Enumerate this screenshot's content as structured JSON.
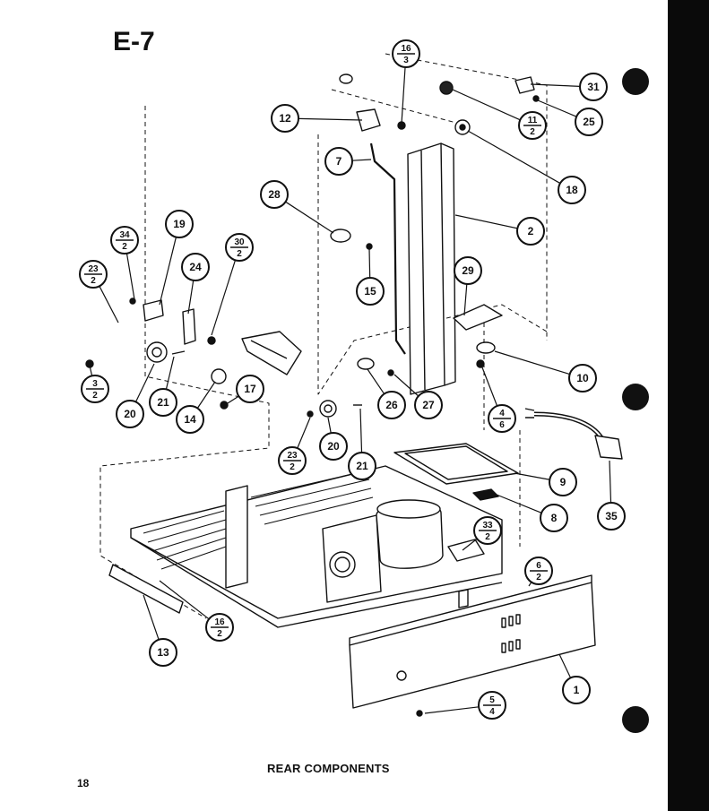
{
  "page_id": "E-7",
  "caption": "REAR COMPONENTS",
  "page_number": "18",
  "callouts": [
    {
      "id": "c-16-3",
      "top": "16",
      "bottom": "3"
    },
    {
      "id": "c-31",
      "label": "31"
    },
    {
      "id": "c-12",
      "label": "12"
    },
    {
      "id": "c-11-2",
      "top": "11",
      "bottom": "2"
    },
    {
      "id": "c-25",
      "label": "25"
    },
    {
      "id": "c-7",
      "label": "7"
    },
    {
      "id": "c-18",
      "label": "18"
    },
    {
      "id": "c-28",
      "label": "28"
    },
    {
      "id": "c-2",
      "label": "2"
    },
    {
      "id": "c-19",
      "label": "19"
    },
    {
      "id": "c-34-2",
      "top": "34",
      "bottom": "2"
    },
    {
      "id": "c-30-2",
      "top": "30",
      "bottom": "2"
    },
    {
      "id": "c-23-2a",
      "top": "23",
      "bottom": "2"
    },
    {
      "id": "c-24",
      "label": "24"
    },
    {
      "id": "c-29",
      "label": "29"
    },
    {
      "id": "c-15",
      "label": "15"
    },
    {
      "id": "c-10",
      "label": "10"
    },
    {
      "id": "c-3-2",
      "top": "3",
      "bottom": "2"
    },
    {
      "id": "c-17",
      "label": "17"
    },
    {
      "id": "c-20a",
      "label": "20"
    },
    {
      "id": "c-21a",
      "label": "21"
    },
    {
      "id": "c-14",
      "label": "14"
    },
    {
      "id": "c-26",
      "label": "26"
    },
    {
      "id": "c-27",
      "label": "27"
    },
    {
      "id": "c-4-6",
      "top": "4",
      "bottom": "6"
    },
    {
      "id": "c-23-2b",
      "top": "23",
      "bottom": "2"
    },
    {
      "id": "c-20b",
      "label": "20"
    },
    {
      "id": "c-21b",
      "label": "21"
    },
    {
      "id": "c-9",
      "label": "9"
    },
    {
      "id": "c-8",
      "label": "8"
    },
    {
      "id": "c-35",
      "label": "35"
    },
    {
      "id": "c-33-2",
      "top": "33",
      "bottom": "2"
    },
    {
      "id": "c-6-2",
      "top": "6",
      "bottom": "2"
    },
    {
      "id": "c-16-2",
      "top": "16",
      "bottom": "2"
    },
    {
      "id": "c-13",
      "label": "13"
    },
    {
      "id": "c-1",
      "label": "1"
    },
    {
      "id": "c-5-4",
      "top": "5",
      "bottom": "4"
    }
  ]
}
